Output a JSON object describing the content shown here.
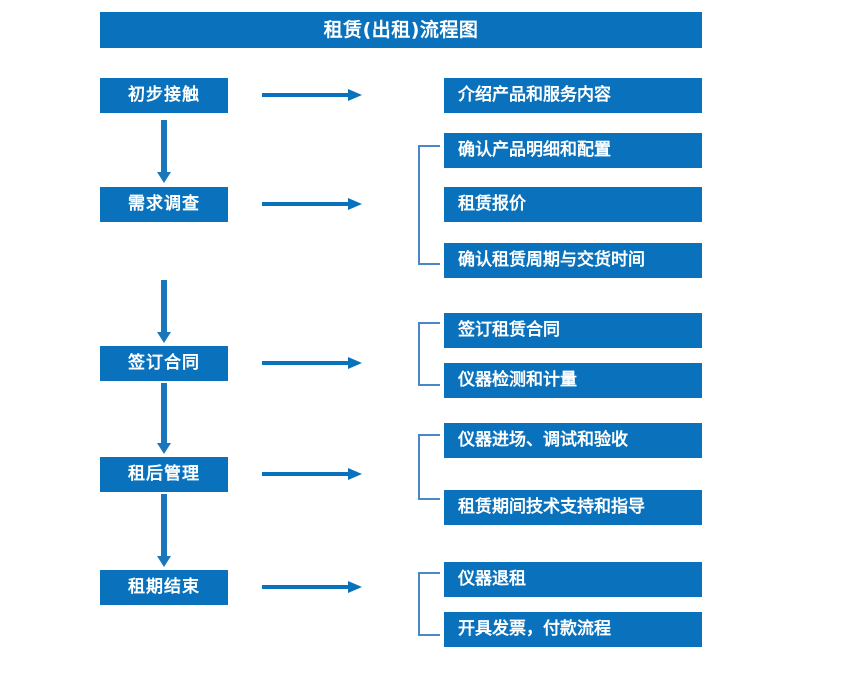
{
  "diagram": {
    "title": "租赁(出租)流程图",
    "accent_color": "#0A72BC",
    "bracket_color": "#4A87C8",
    "text_color": "#FFFFFF",
    "background_color": "#FFFFFF"
  },
  "stages": [
    {
      "id": "stage-1",
      "label": "初步接触",
      "details": [
        "介绍产品和服务内容"
      ]
    },
    {
      "id": "stage-2",
      "label": "需求调查",
      "details": [
        "确认产品明细和配置",
        "租赁报价",
        "确认租赁周期与交货时间"
      ]
    },
    {
      "id": "stage-3",
      "label": "签订合同",
      "details": [
        "签订租赁合同",
        "仪器检测和计量"
      ]
    },
    {
      "id": "stage-4",
      "label": "租后管理",
      "details": [
        "仪器进场、调试和验收",
        "租赁期间技术支持和指导"
      ]
    },
    {
      "id": "stage-5",
      "label": "租期结束",
      "details": [
        "仪器退租",
        "开具发票，付款流程"
      ]
    }
  ],
  "detail_boxes": {
    "d1": "介绍产品和服务内容",
    "d2": "确认产品明细和配置",
    "d3": "租赁报价",
    "d4": "确认租赁周期与交货时间",
    "d5": "签订租赁合同",
    "d6": "仪器检测和计量",
    "d7": "仪器进场、调试和验收",
    "d8": "租赁期间技术支持和指导",
    "d9": "仪器退租",
    "d10": "开具发票，付款流程"
  },
  "stage_labels": {
    "s1": "初步接触",
    "s2": "需求调查",
    "s3": "签订合同",
    "s4": "租后管理",
    "s5": "租期结束"
  }
}
